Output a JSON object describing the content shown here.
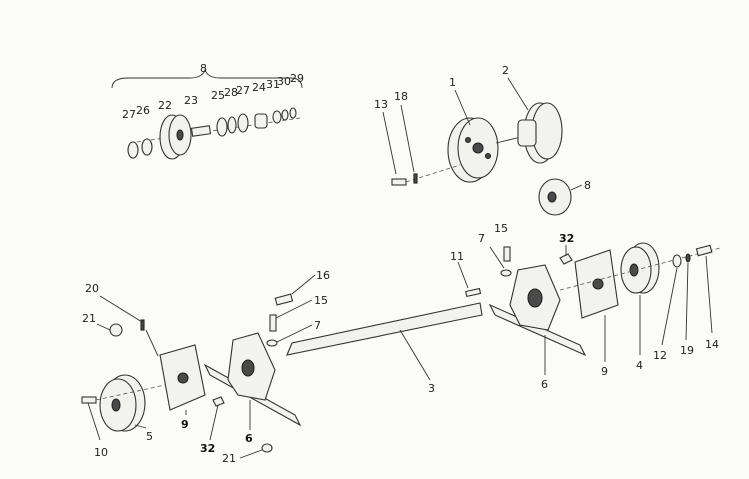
{
  "callouts": {
    "c8_group": "8",
    "c27a": "27",
    "c26": "26",
    "c22": "22",
    "c23": "23",
    "c25": "25",
    "c28": "28",
    "c27b": "27",
    "c24": "24",
    "c31": "31",
    "c30": "30",
    "c29": "29",
    "c13": "13",
    "c18": "18",
    "c1": "1",
    "c2": "2",
    "c8_right": "8",
    "c7_right": "7",
    "c15_right": "15",
    "c11": "11",
    "c32_right": "32",
    "c16": "16",
    "c15_left": "15",
    "c7_left": "7",
    "c20": "20",
    "c21_top": "21",
    "c3": "3",
    "c6_right": "6",
    "c9_right": "9",
    "c4": "4",
    "c12": "12",
    "c19": "19",
    "c14": "14",
    "c10": "10",
    "c5": "5",
    "c9_left": "9",
    "c32_left": "32",
    "c6_left": "6",
    "c21_bottom": "21"
  }
}
